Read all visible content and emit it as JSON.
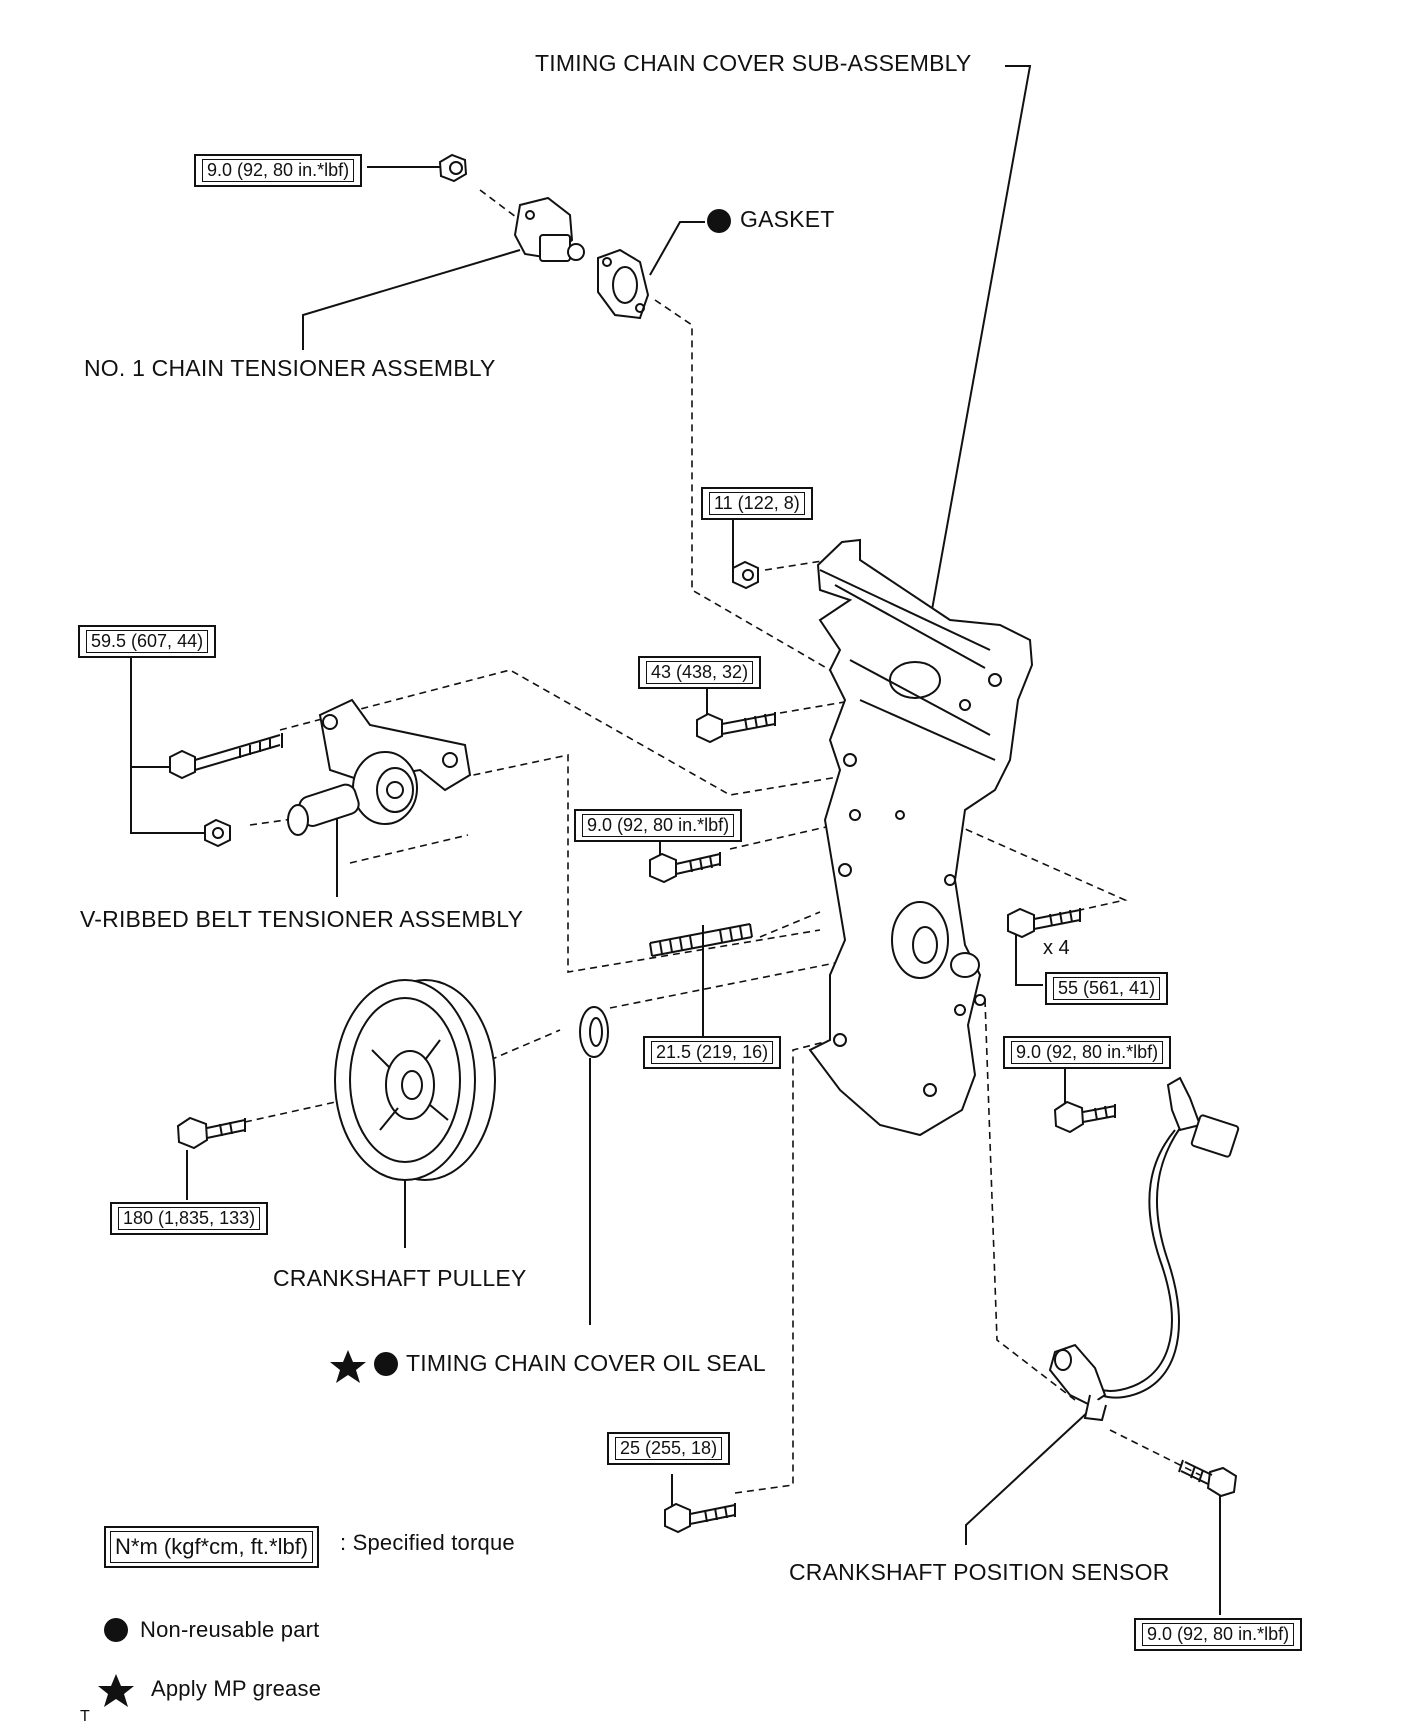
{
  "labels": {
    "timing_chain_cover": "TIMING CHAIN COVER SUB-ASSEMBLY",
    "gasket": "GASKET",
    "chain_tensioner": "NO. 1 CHAIN TENSIONER ASSEMBLY",
    "belt_tensioner": "V-RIBBED BELT TENSIONER ASSEMBLY",
    "crankshaft_pulley": "CRANKSHAFT PULLEY",
    "oil_seal": "TIMING CHAIN COVER OIL SEAL",
    "crank_sensor": "CRANKSHAFT POSITION SENSOR",
    "qty_x4": "x 4",
    "corner_mark": "T"
  },
  "torques": {
    "tensioner_nut": "9.0 (92, 80 in.*lbf)",
    "cover_nut": "11 (122, 8)",
    "belt_tensioner_bolts": "59.5 (607, 44)",
    "cover_bolt_43": "43 (438, 32)",
    "cover_bolt_9": "9.0 (92, 80 in.*lbf)",
    "cover_bolts_x4": "55 (561, 41)",
    "stud": "21.5 (219, 16)",
    "sensor_bracket": "9.0 (92, 80 in.*lbf)",
    "pulley_bolt": "180 (1,835, 133)",
    "cover_bolt_25": "25 (255, 18)",
    "sensor_bolt": "9.0 (92, 80 in.*lbf)"
  },
  "legend": {
    "torque_box": "N*m (kgf*cm, ft.*lbf)",
    "torque_text": ": Specified torque",
    "nonreusable": "Non-reusable part",
    "grease": "Apply MP grease"
  }
}
